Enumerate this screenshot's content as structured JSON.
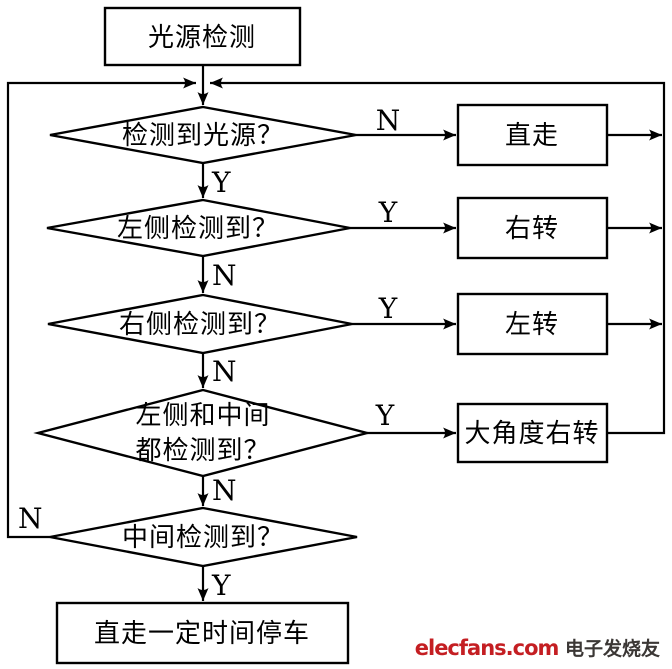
{
  "flowchart": {
    "start": {
      "label": "光源检测"
    },
    "decisions": {
      "detect_light": {
        "label": "检测到光源？"
      },
      "left_detected": {
        "label": "左侧检测到？"
      },
      "right_detected": {
        "label": "右侧检测到？"
      },
      "left_and_middle": {
        "label_line1": "左侧和中间",
        "label_line2": "都检测到？"
      },
      "middle_detected": {
        "label": "中间检测到？"
      }
    },
    "actions": {
      "go_straight": {
        "label": "直走"
      },
      "turn_right": {
        "label": "右转"
      },
      "turn_left": {
        "label": "左转"
      },
      "sharp_turn_right": {
        "label": "大角度右转"
      },
      "stop": {
        "label": "直走一定时间停车"
      }
    },
    "branch_labels": {
      "detect_light_no": "N",
      "detect_light_yes": "Y",
      "left_detected_yes": "Y",
      "left_detected_no": "N",
      "right_detected_yes": "Y",
      "right_detected_no": "N",
      "left_and_middle_yes": "Y",
      "left_and_middle_no": "N",
      "middle_detected_no": "N",
      "middle_detected_yes": "Y"
    },
    "colors": {
      "line": "#000000",
      "background": "#ffffff"
    }
  },
  "watermark": {
    "brand": "elecfans.com",
    "suffix": " 电子发烧友",
    "brand_color": "#c41e22",
    "suffix_color": "#3b3735"
  }
}
